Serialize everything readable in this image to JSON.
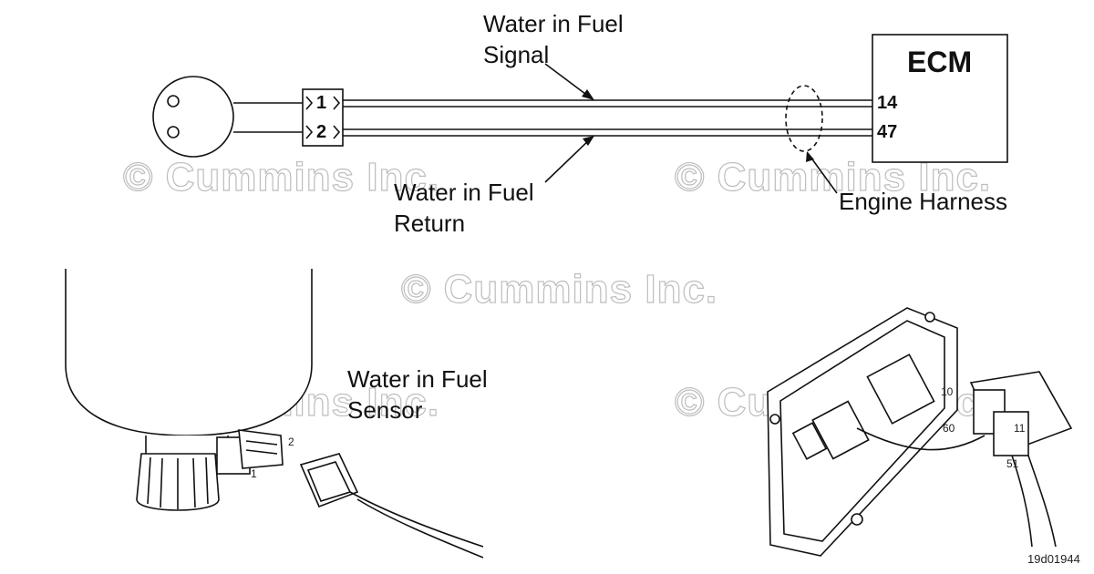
{
  "schematic": {
    "ecm_label": "ECM",
    "ecm_pins": [
      "14",
      "47"
    ],
    "connector_pins": [
      "1",
      "2"
    ],
    "signal_label": [
      "Water in Fuel",
      "Signal"
    ],
    "return_label": [
      "Water in Fuel",
      "Return"
    ],
    "harness_label": "Engine Harness"
  },
  "sensor": {
    "label": [
      "Water in Fuel",
      "Sensor"
    ],
    "pin_numbers": [
      "2",
      "1"
    ]
  },
  "ecm_illustration": {
    "pin_numbers": [
      "10",
      "60",
      "11",
      "51"
    ]
  },
  "watermark": "© Cummins Inc.",
  "figure_id": "19d01944"
}
